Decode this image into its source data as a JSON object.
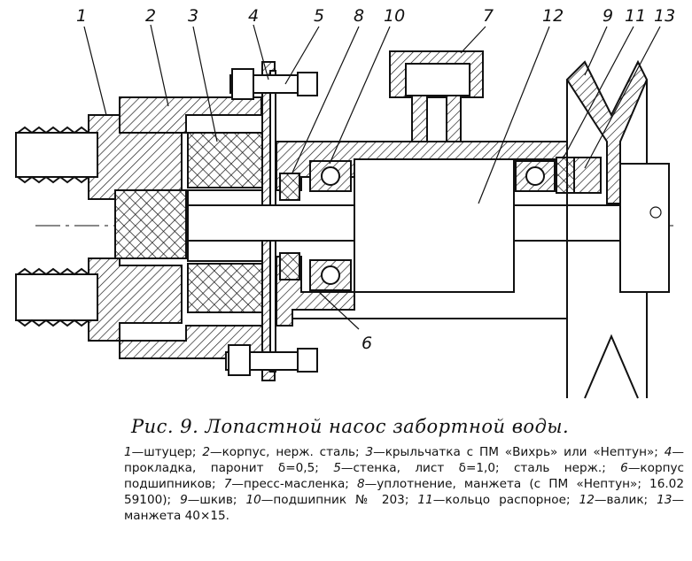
{
  "figure": {
    "callouts": [
      "1",
      "2",
      "3",
      "4",
      "5",
      "8",
      "10",
      "7",
      "12",
      "9",
      "11",
      "13",
      "6"
    ]
  },
  "caption": {
    "title": "Рис. 9. Лопастной насос забортной воды."
  },
  "legend": [
    {
      "num": "1",
      "text": "—штуцер; "
    },
    {
      "num": "2",
      "text": "—корпус, нерж. сталь; "
    },
    {
      "num": "3",
      "text": "—крыльчатка с ПМ «Вихрь» или «Нептун»; "
    },
    {
      "num": "4",
      "text": "—прокладка, паронит δ=0,5; "
    },
    {
      "num": "5",
      "text": "—стенка, лист δ=1,0; сталь нерж.; "
    },
    {
      "num": "6",
      "text": "—корпус подшипников; "
    },
    {
      "num": "7",
      "text": "—пресс-масленка; "
    },
    {
      "num": "8",
      "text": "—уплотнение, манжета (с ПМ «Нептун»; 16.02 59100); "
    },
    {
      "num": "9",
      "text": "—шкив; "
    },
    {
      "num": "10",
      "text": "—подшипник № 203; "
    },
    {
      "num": "11",
      "text": "—кольцо распорное; "
    },
    {
      "num": "12",
      "text": "—валик; "
    },
    {
      "num": "13",
      "text": "—манжета 40×15."
    }
  ]
}
